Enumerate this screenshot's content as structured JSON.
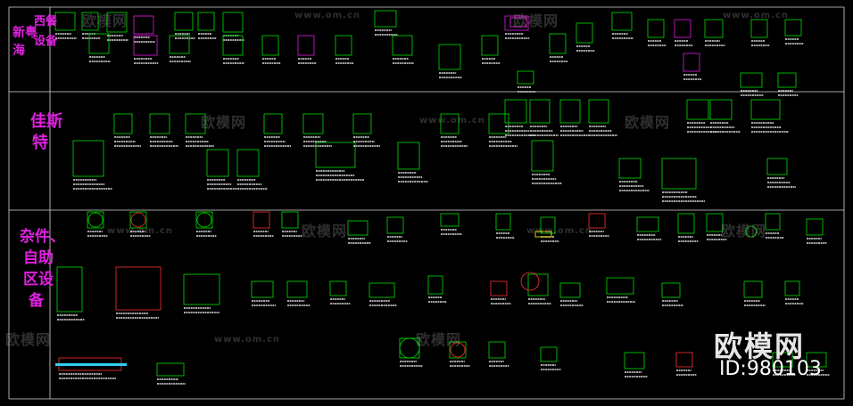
{
  "sections": [
    {
      "id": "xinyue",
      "label_a": "新粤",
      "label_b": "海",
      "label_c": "西餐",
      "label_d": "设备"
    },
    {
      "id": "jiasite",
      "label_a": "佳斯",
      "label_b": "特"
    },
    {
      "id": "zajian",
      "label_a": "杂件、",
      "label_b": "自助",
      "label_c": "区设",
      "label_d": "备"
    }
  ],
  "watermark": {
    "brand_cn": "欧模网",
    "url": "www.om.cn",
    "logo": "欧模网",
    "id_text": "ID:980103"
  },
  "colors": {
    "bg": "#000000",
    "frame": "#e0e0e0",
    "green": "#00e000",
    "magenta": "#e020e0",
    "red": "#ff3030",
    "yellow": "#f0e000",
    "cyan": "#30d0f0"
  }
}
